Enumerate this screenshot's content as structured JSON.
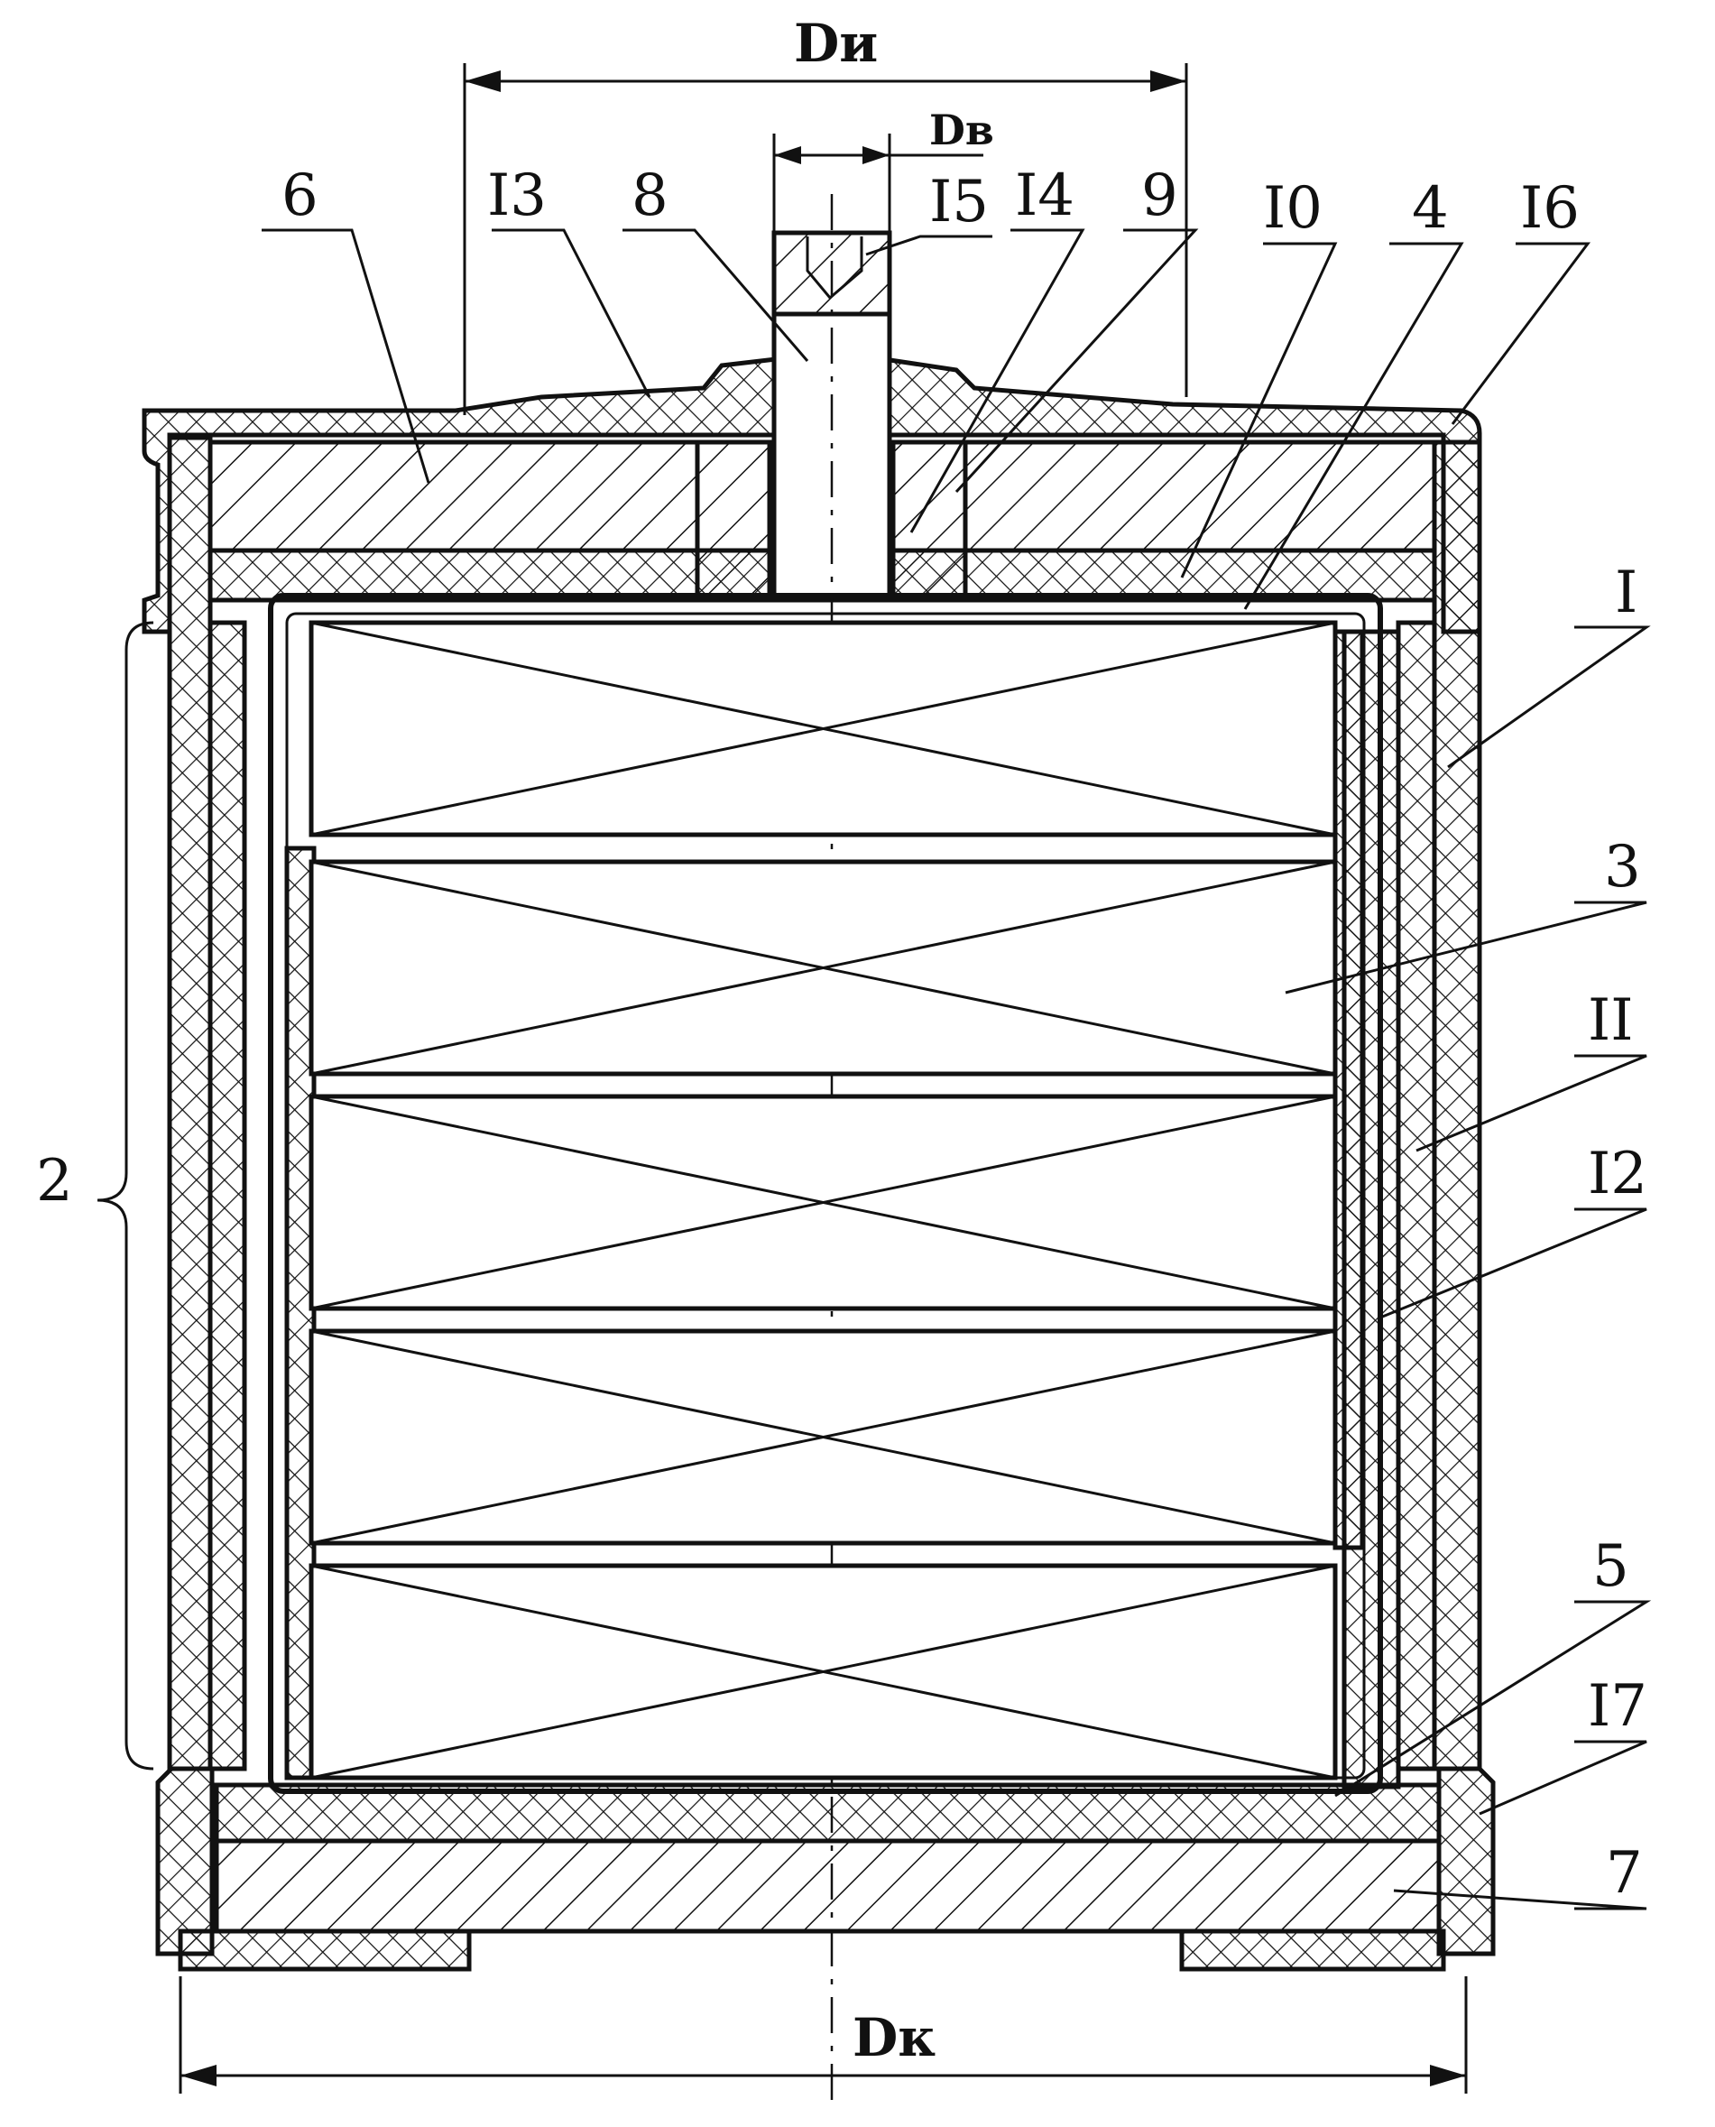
{
  "dimensions": {
    "outer_insulation": "Dи",
    "inner_hole": "Dв",
    "case": "Dк"
  },
  "labels": {
    "l1": "I",
    "l2": "2",
    "l3": "3",
    "l4": "4",
    "l5": "5",
    "l6": "6",
    "l7": "7",
    "l8": "8",
    "l9": "9",
    "l10": "I0",
    "l11": "II",
    "l12": "I2",
    "l13": "I3",
    "l14": "I4",
    "l15": "I5",
    "l16": "I6",
    "l17": "I7"
  }
}
